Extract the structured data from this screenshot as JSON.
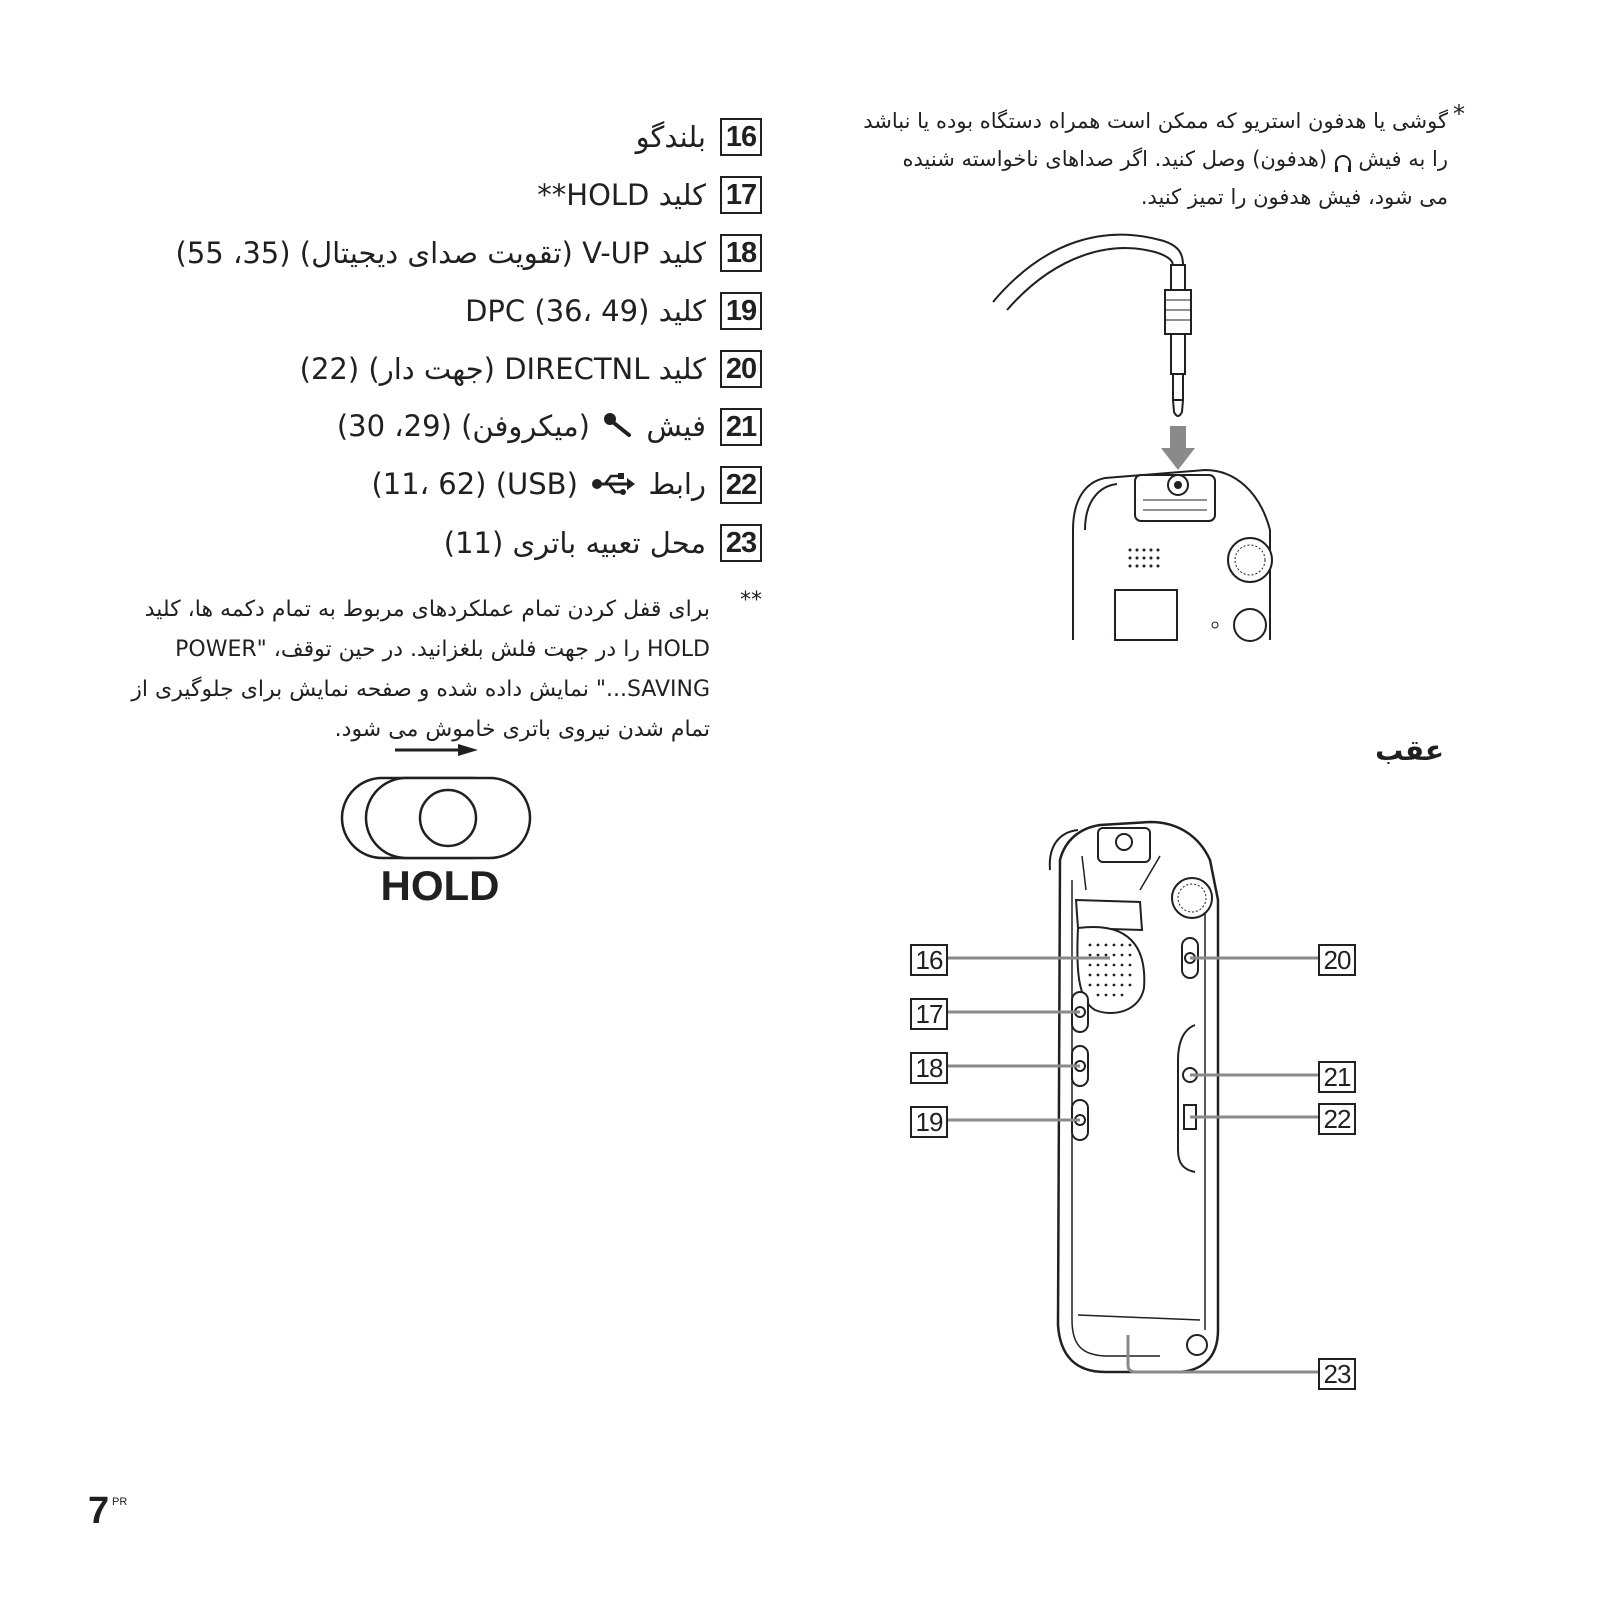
{
  "headphone_note": {
    "marker": "*",
    "line1": "گوشی یا هدفون استریو که ممکن است همراه دستگاه بوده یا نباشد",
    "line2a": "را به فیش",
    "line2b": "(هدفون) وصل کنید. اگر صداهای ناخواسته شنیده",
    "line3": "می شود، فیش هدفون را تمیز کنید."
  },
  "parts": [
    {
      "num": "16",
      "text": "بلندگو"
    },
    {
      "num": "17",
      "text": "کلید HOLD**"
    },
    {
      "num": "18",
      "text": "کلید V-UP (تقویت صدای دیجیتال) (35، 55)"
    },
    {
      "num": "19",
      "text": "کلید DPC (36، 49)"
    },
    {
      "num": "20",
      "text": "کلید DIRECTNL (جهت دار) (22)"
    },
    {
      "num": "21",
      "text_a": "فیش",
      "text_b": "(میکروفن) (29، 30)"
    },
    {
      "num": "22",
      "text_a": "رابط",
      "text_b": "(USB) (11، 62)"
    },
    {
      "num": "23",
      "text": "محل تعبیه باتری (11)"
    }
  ],
  "hold_note": {
    "marker": "**",
    "line1": "برای قفل کردن تمام عملکردهای مربوط به تمام دکمه ها، کلید",
    "line2": "HOLD را در جهت فلش بلغزانید. در حین توقف، \"POWER",
    "line3": "SAVING...\" نمایش داده شده و صفحه نمایش برای جلوگیری از",
    "line4": "تمام شدن نیروی باتری خاموش می شود."
  },
  "hold_switch_label": "HOLD",
  "rear_label": "عقب",
  "rear_callouts": {
    "c16": "16",
    "c17": "17",
    "c18": "18",
    "c19": "19",
    "c20": "20",
    "c21": "21",
    "c22": "22",
    "c23": "23"
  },
  "page": {
    "number": "7",
    "suffix": "PR"
  },
  "icons": {
    "headphone": "headphone-icon",
    "microphone": "microphone-icon",
    "usb": "usb-icon"
  }
}
